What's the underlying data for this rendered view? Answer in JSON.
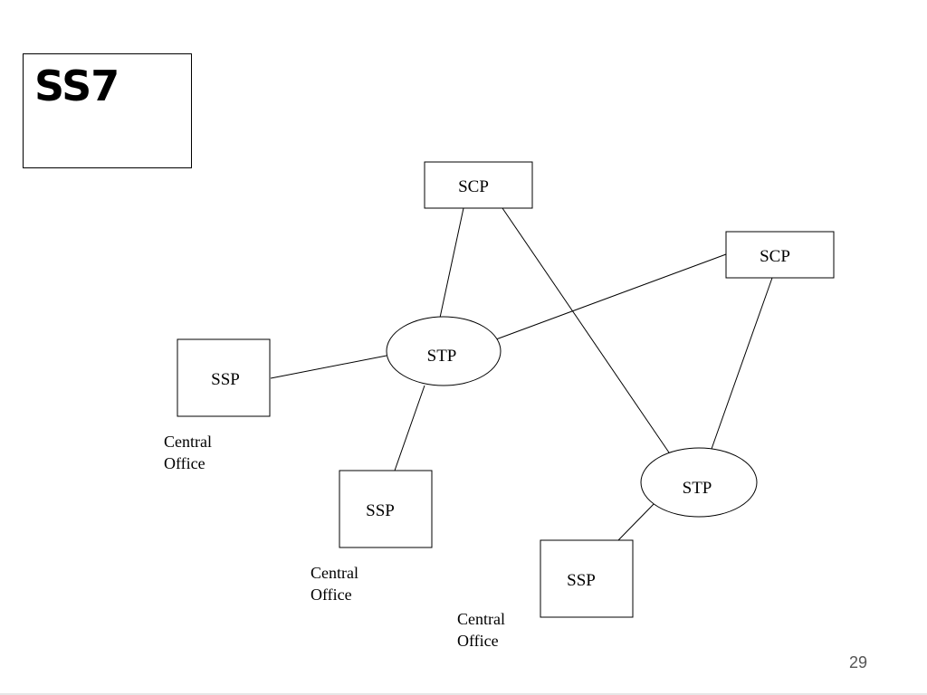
{
  "slide": {
    "title": "SS7",
    "page_number": "29"
  },
  "nodes": {
    "scp_top": "SCP",
    "scp_right": "SCP",
    "stp_left": "STP",
    "stp_right": "STP",
    "ssp_left": "SSP",
    "ssp_middle": "SSP",
    "ssp_right": "SSP"
  },
  "captions": {
    "central_office_1_line1": "Central",
    "central_office_1_line2": "Office",
    "central_office_2_line1": "Central",
    "central_office_2_line2": "Office",
    "central_office_3_line1": "Central",
    "central_office_3_line2": "Office"
  }
}
